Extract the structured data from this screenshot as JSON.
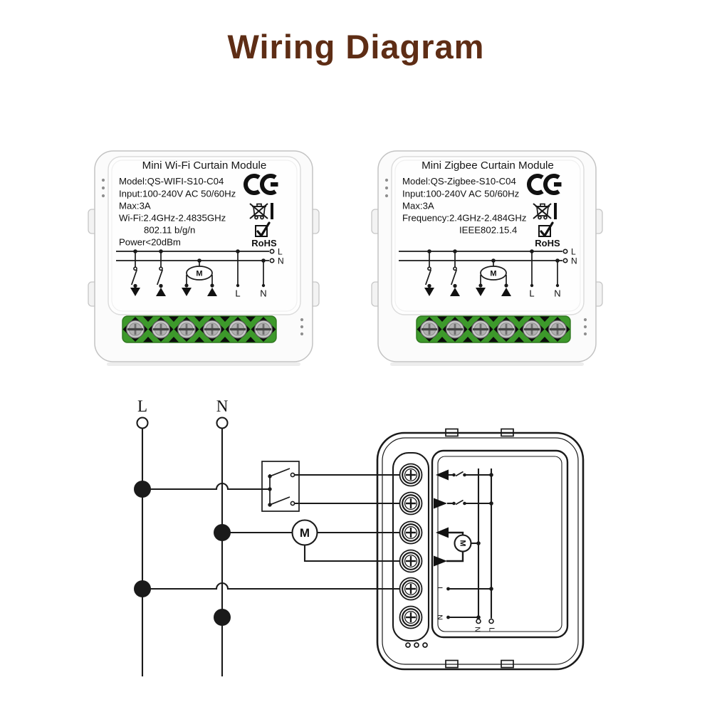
{
  "title": "Wiring Diagram",
  "colors": {
    "title_brown": "#5e2d15",
    "terminal_green": "#3d992b",
    "line_ink": "#1a1a1a"
  },
  "modules": [
    {
      "name": "Mini Wi-Fi Curtain Module",
      "specs": [
        "Model:QS-WIFI-S10-C04",
        "Input:100-240V AC  50/60Hz",
        "Max:3A",
        "Wi-Fi:2.4GHz-2.4835GHz",
        "802.11 b/g/n",
        "Power<20dBm"
      ],
      "certifications": {
        "rohs": "RoHS"
      },
      "print": {
        "live": "L",
        "neutral": "N",
        "motor": "M"
      }
    },
    {
      "name": "Mini Zigbee Curtain Module",
      "specs": [
        "Model:QS-Zigbee-S10-C04",
        "Input:100-240V AC  50/60Hz",
        "Max:3A",
        "Frequency:2.4GHz-2.484GHz",
        "IEEE802.15.4",
        ""
      ],
      "certifications": {
        "rohs": "RoHS"
      },
      "print": {
        "live": "L",
        "neutral": "N",
        "motor": "M"
      }
    }
  ],
  "wiring": {
    "live_label": "L",
    "neutral_label": "N",
    "motor_label": "M",
    "module_print": {
      "live": "L",
      "neutral": "N",
      "motor": "M"
    }
  }
}
